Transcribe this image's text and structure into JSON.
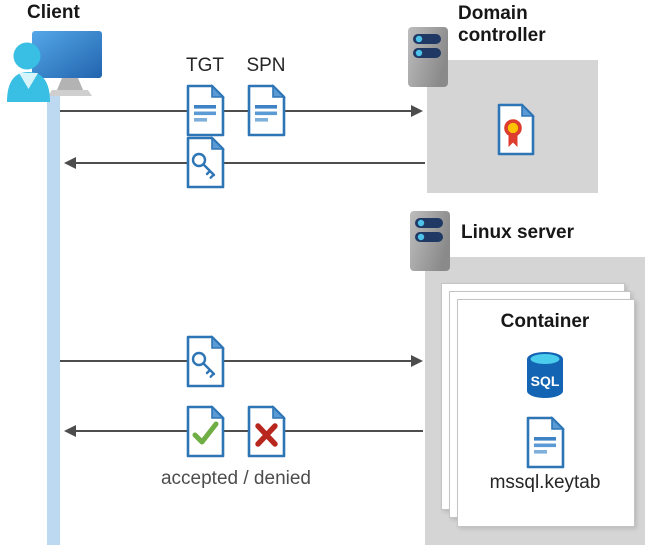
{
  "client": {
    "title": "Client"
  },
  "domain_controller": {
    "title": "Domain controller"
  },
  "linux_server": {
    "title": "Linux server"
  },
  "container": {
    "title": "Container",
    "sql_badge": "SQL",
    "keytab_filename": "mssql.keytab"
  },
  "flow": {
    "tgt": "TGT",
    "spn": "SPN",
    "accepted_denied": "accepted / denied"
  },
  "colors": {
    "doc_border": "#2E75B6",
    "doc_fold": "#5B9BD5",
    "lifeline_blue": "#BDD9F2",
    "panel_gray": "#D5D5D5",
    "arrow_gray": "#4D4D4D",
    "accept_green": "#6FAE44",
    "deny_red": "#B7271D",
    "cert_ribbon_red": "#DD3C2E",
    "cert_seal_gold": "#FFC200",
    "sql_body_blue": "#1464B4",
    "sql_top_cyan": "#4ACCEC",
    "monitor_blue": "#2264AE",
    "person_cyan": "#38BFE3",
    "server_bar_navy": "#1F3864",
    "server_dot_cyan": "#4DC3EA"
  }
}
